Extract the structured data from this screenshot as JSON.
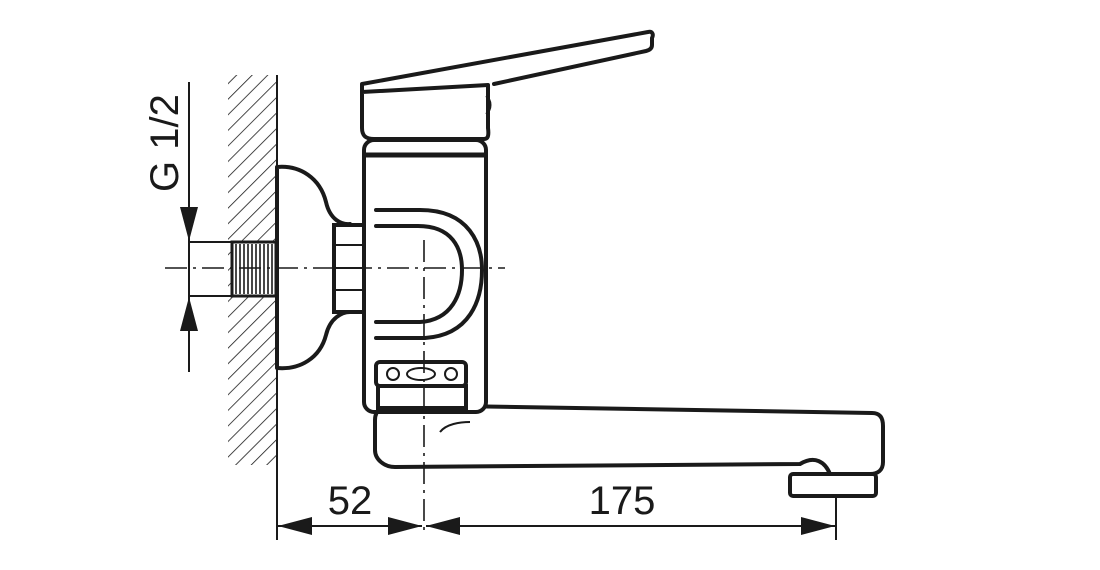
{
  "drawing": {
    "thread_label": "G 1/2",
    "dimensions": [
      {
        "id": "wall-to-axis",
        "value": "52"
      },
      {
        "id": "spout-reach",
        "value": "175"
      }
    ]
  }
}
